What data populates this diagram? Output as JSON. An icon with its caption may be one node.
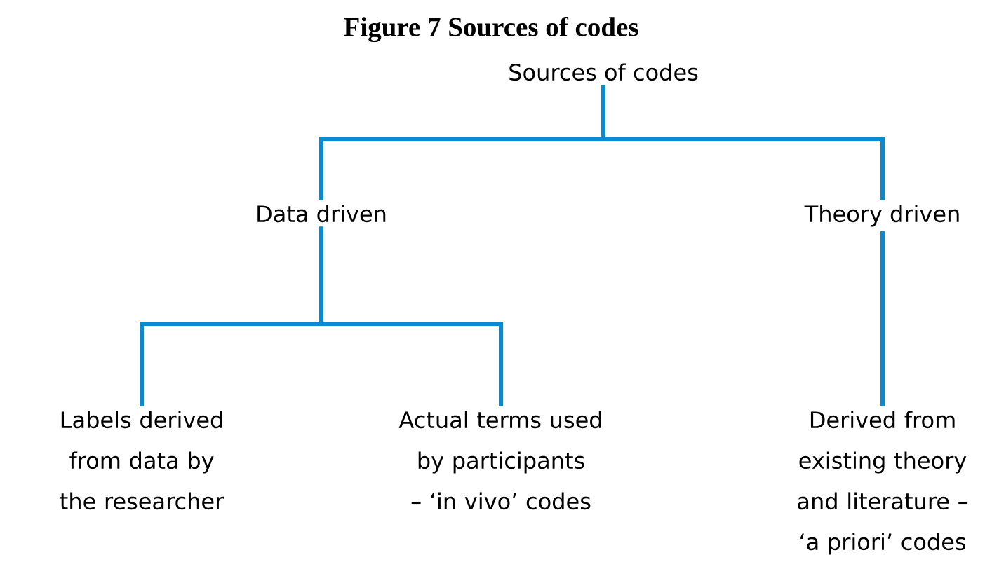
{
  "diagram": {
    "title": "Figure 7 Sources of codes",
    "nodes": [
      {
        "text": [
          "Sources of codes"
        ]
      },
      {
        "text": [
          "Data driven"
        ]
      },
      {
        "text": [
          "Theory driven"
        ]
      },
      {
        "text": [
          "Labels derived from data by the researcher"
        ]
      },
      {
        "text": [
          "Actual terms used by participants – ‘in vivo’ codes"
        ]
      },
      {
        "text": [
          "Derived from existing theory and literature – ‘a priori’ codes"
        ]
      }
    ],
    "edges": [
      {
        "from": 0,
        "to": 1,
        "arrow": "none"
      },
      {
        "from": 0,
        "to": 2,
        "arrow": "none"
      },
      {
        "from": 1,
        "to": 3,
        "arrow": "none"
      },
      {
        "from": 1,
        "to": 4,
        "arrow": "none"
      },
      {
        "from": 2,
        "to": 5,
        "arrow": "none"
      }
    ]
  }
}
